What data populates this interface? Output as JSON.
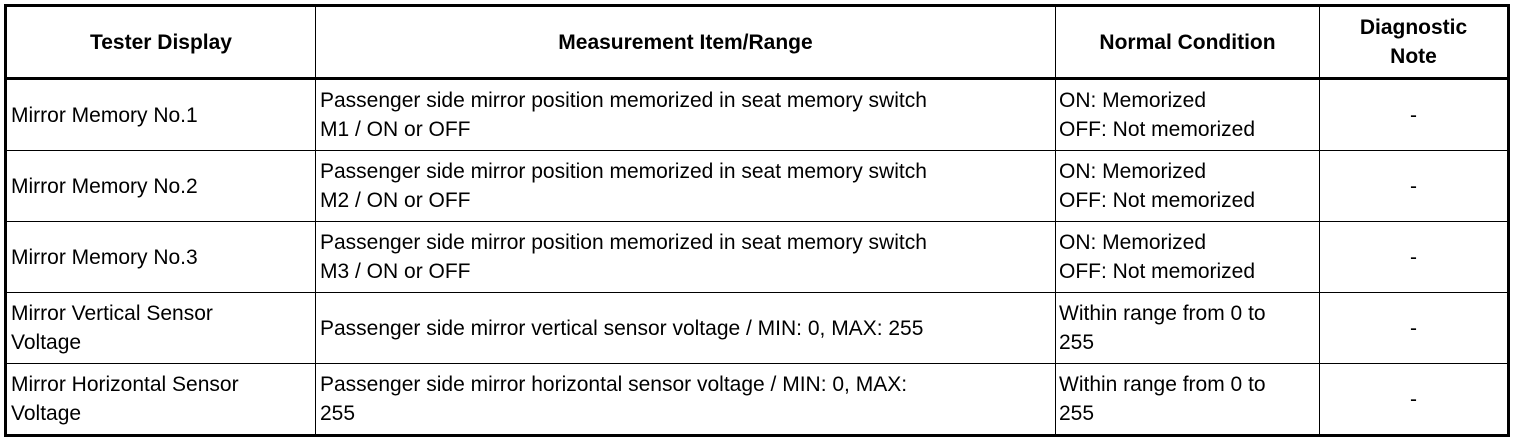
{
  "table": {
    "headers": {
      "tester_display": "Tester Display",
      "measurement": "Measurement Item/Range",
      "normal_condition": "Normal Condition",
      "diagnostic_note_line1": "Diagnostic",
      "diagnostic_note_line2": "Note"
    },
    "rows": [
      {
        "tester_display": "Mirror Memory No.1",
        "measurement_line1": "Passenger side mirror position memorized in seat memory switch",
        "measurement_line2": "M1 / ON or OFF",
        "normal_line1": "ON: Memorized",
        "normal_line2": "OFF: Not memorized",
        "note": "-"
      },
      {
        "tester_display": "Mirror Memory No.2",
        "measurement_line1": "Passenger side mirror position memorized in seat memory switch",
        "measurement_line2": "M2 / ON or OFF",
        "normal_line1": "ON: Memorized",
        "normal_line2": "OFF: Not memorized",
        "note": "-"
      },
      {
        "tester_display": "Mirror Memory No.3",
        "measurement_line1": "Passenger side mirror position memorized in seat memory switch",
        "measurement_line2": "M3 / ON or OFF",
        "normal_line1": "ON: Memorized",
        "normal_line2": "OFF: Not memorized",
        "note": "-"
      },
      {
        "tester_display_line1": "Mirror Vertical Sensor",
        "tester_display_line2": "Voltage",
        "measurement_line1": "Passenger side mirror vertical sensor voltage / MIN: 0, MAX: 255",
        "normal_line1": "Within range from 0 to",
        "normal_line2": "255",
        "note": "-"
      },
      {
        "tester_display_line1": "Mirror Horizontal Sensor",
        "tester_display_line2": "Voltage",
        "measurement_line1": "Passenger side mirror horizontal sensor voltage / MIN: 0, MAX:",
        "measurement_line2": "255",
        "normal_line1": "Within range from 0 to",
        "normal_line2": "255",
        "note": "-"
      }
    ]
  }
}
